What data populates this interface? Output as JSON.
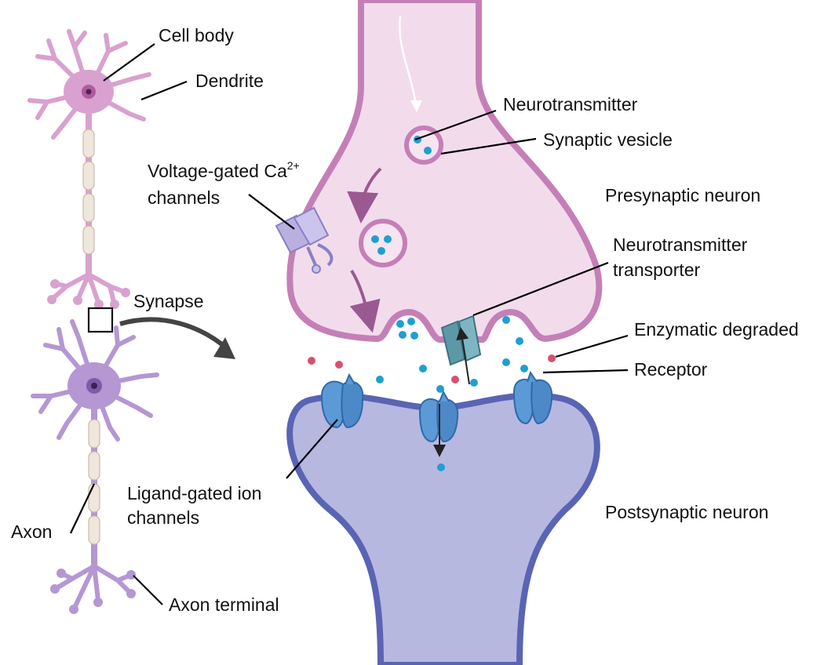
{
  "labels": {
    "cell_body": "Cell body",
    "dendrite": "Dendrite",
    "synapse": "Synapse",
    "axon": "Axon",
    "axon_terminal": "Axon terminal",
    "neurotransmitter": "Neurotransmitter",
    "synaptic_vesicle": "Synaptic vesicle",
    "vgcc_line1": "Voltage-gated Ca",
    "vgcc_sup": "2+",
    "vgcc_line2": "channels",
    "presynaptic_neuron": "Presynaptic neuron",
    "nt_transporter_line1": "Neurotransmitter",
    "nt_transporter_line2": "transporter",
    "enzymatic_degraded": "Enzymatic degraded",
    "receptor": "Receptor",
    "lgic_line1": "Ligand-gated ion",
    "lgic_line2": "channels",
    "postsynaptic_neuron": "Postsynaptic neuron"
  },
  "colors": {
    "pre_fill": "#f2dcec",
    "pre_stroke": "#c57fb7",
    "post_fill": "#b7b8df",
    "post_stroke": "#5a64b4",
    "neurotransmitter": "#1f9fd1",
    "degraded": "#d9506e",
    "receptor": "#5b9ad6",
    "transporter": "#6aa8b5",
    "vgcc": "#b9b0e0",
    "neuron_upper": "#d9a1cf",
    "neuron_lower": "#b497d3",
    "axon_segment": "#efe6dc"
  }
}
